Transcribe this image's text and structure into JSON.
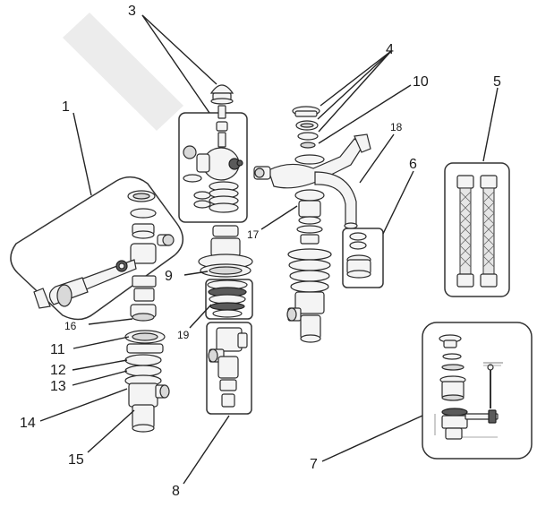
{
  "callouts": {
    "c1": "1",
    "c3": "3",
    "c4": "4",
    "c5": "5",
    "c6": "6",
    "c7": "7",
    "c8": "8",
    "c9": "9",
    "c10": "10",
    "c11": "11",
    "c12": "12",
    "c13": "13",
    "c14": "14",
    "c15": "15",
    "c16": "16",
    "c17": "17",
    "c18": "18",
    "c19": "19"
  }
}
